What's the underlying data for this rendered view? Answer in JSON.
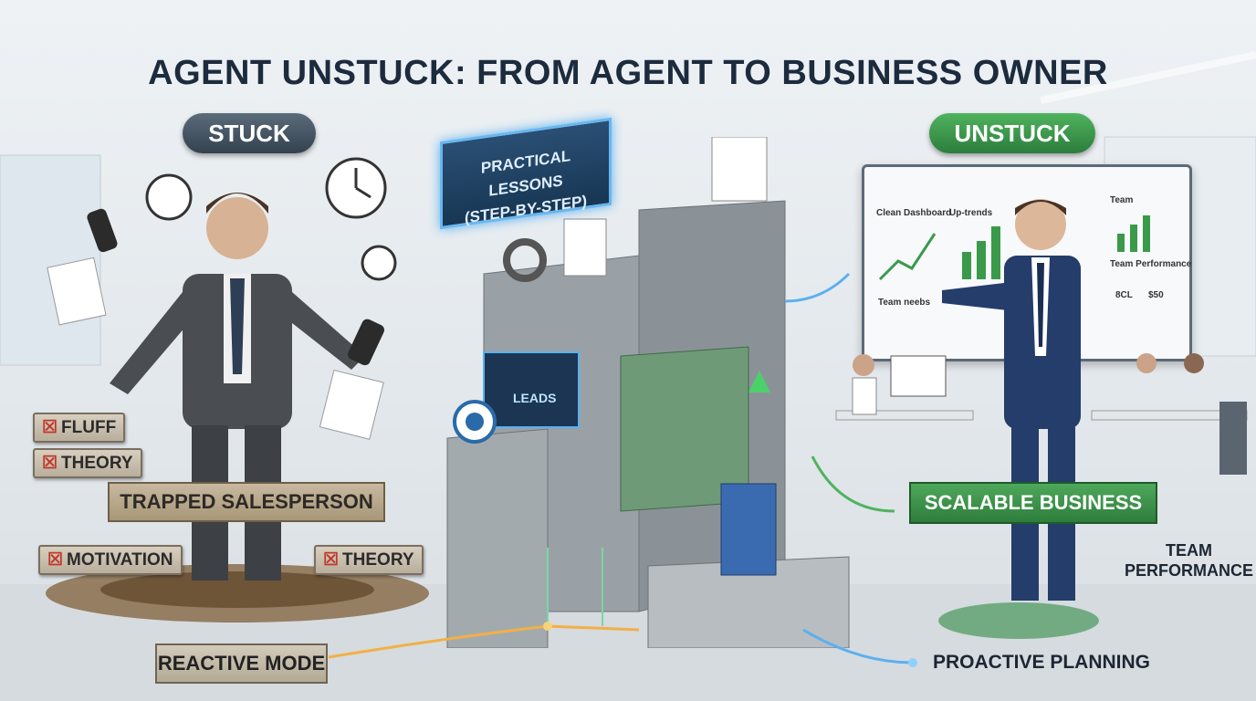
{
  "title": "AGENT UNSTUCK: FROM AGENT TO BUSINESS OWNER",
  "left": {
    "badge": "STUCK",
    "signs": [
      "FLUFF",
      "THEORY",
      "MOTIVATION",
      "THEORY"
    ],
    "banner": "TRAPPED SALESPERSON",
    "mode": "REACTIVE MODE"
  },
  "center": {
    "sign_line1": "PRACTICAL LESSONS",
    "sign_line2": "(STEP-BY-STEP)",
    "monitor_label": "LEADS"
  },
  "right": {
    "badge": "UNSTUCK",
    "dashboard": {
      "panel1": "Clean Dashboard",
      "panel2": "Up-trends",
      "panel3": "Team",
      "panel4": "Team Performance",
      "panel5": "Team neebs",
      "kpi1": "8CL",
      "kpi2": "$50"
    },
    "banner": "SCALABLE BUSINESS",
    "team_line1": "TEAM",
    "team_line2": "PERFORMANCE",
    "planning": "PROACTIVE PLANNING"
  },
  "colors": {
    "stuck": "#3f4e5c",
    "unstuck": "#3a9a4a",
    "glow": "#5ab0f0",
    "title": "#1c2b3d"
  }
}
